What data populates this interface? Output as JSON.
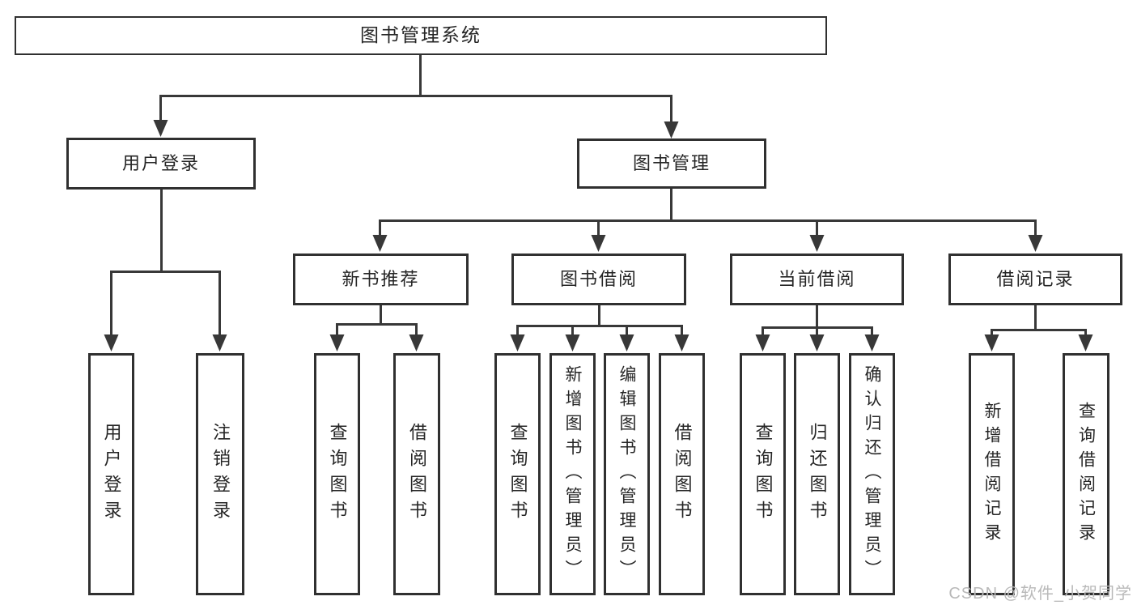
{
  "diagram": {
    "type": "hierarchy-tree",
    "root": {
      "label": "图书管理系统"
    },
    "branches": [
      {
        "label": "用户登录",
        "children": [
          {
            "label": "用户登录"
          },
          {
            "label": "注销登录"
          }
        ]
      },
      {
        "label": "图书管理",
        "children": [
          {
            "label": "新书推荐",
            "children": [
              {
                "label": "查询图书"
              },
              {
                "label": "借阅图书"
              }
            ]
          },
          {
            "label": "图书借阅",
            "children": [
              {
                "label": "查询图书"
              },
              {
                "label": "新增图书（管理员）"
              },
              {
                "label": "编辑图书（管理员）"
              },
              {
                "label": "借阅图书"
              }
            ]
          },
          {
            "label": "当前借阅",
            "children": [
              {
                "label": "查询图书"
              },
              {
                "label": "归还图书"
              },
              {
                "label": "确认归还（管理员）"
              }
            ]
          },
          {
            "label": "借阅记录",
            "children": [
              {
                "label": "新增借阅记录"
              },
              {
                "label": "查询借阅记录"
              }
            ]
          }
        ]
      }
    ]
  },
  "colors": {
    "background": "#ffffff",
    "box_border": "#303030",
    "connector_line": "#383838",
    "text": "#262626",
    "watermark": "#b9b9b9"
  },
  "watermark": {
    "text": "CSDN @软件_小贺同学"
  }
}
